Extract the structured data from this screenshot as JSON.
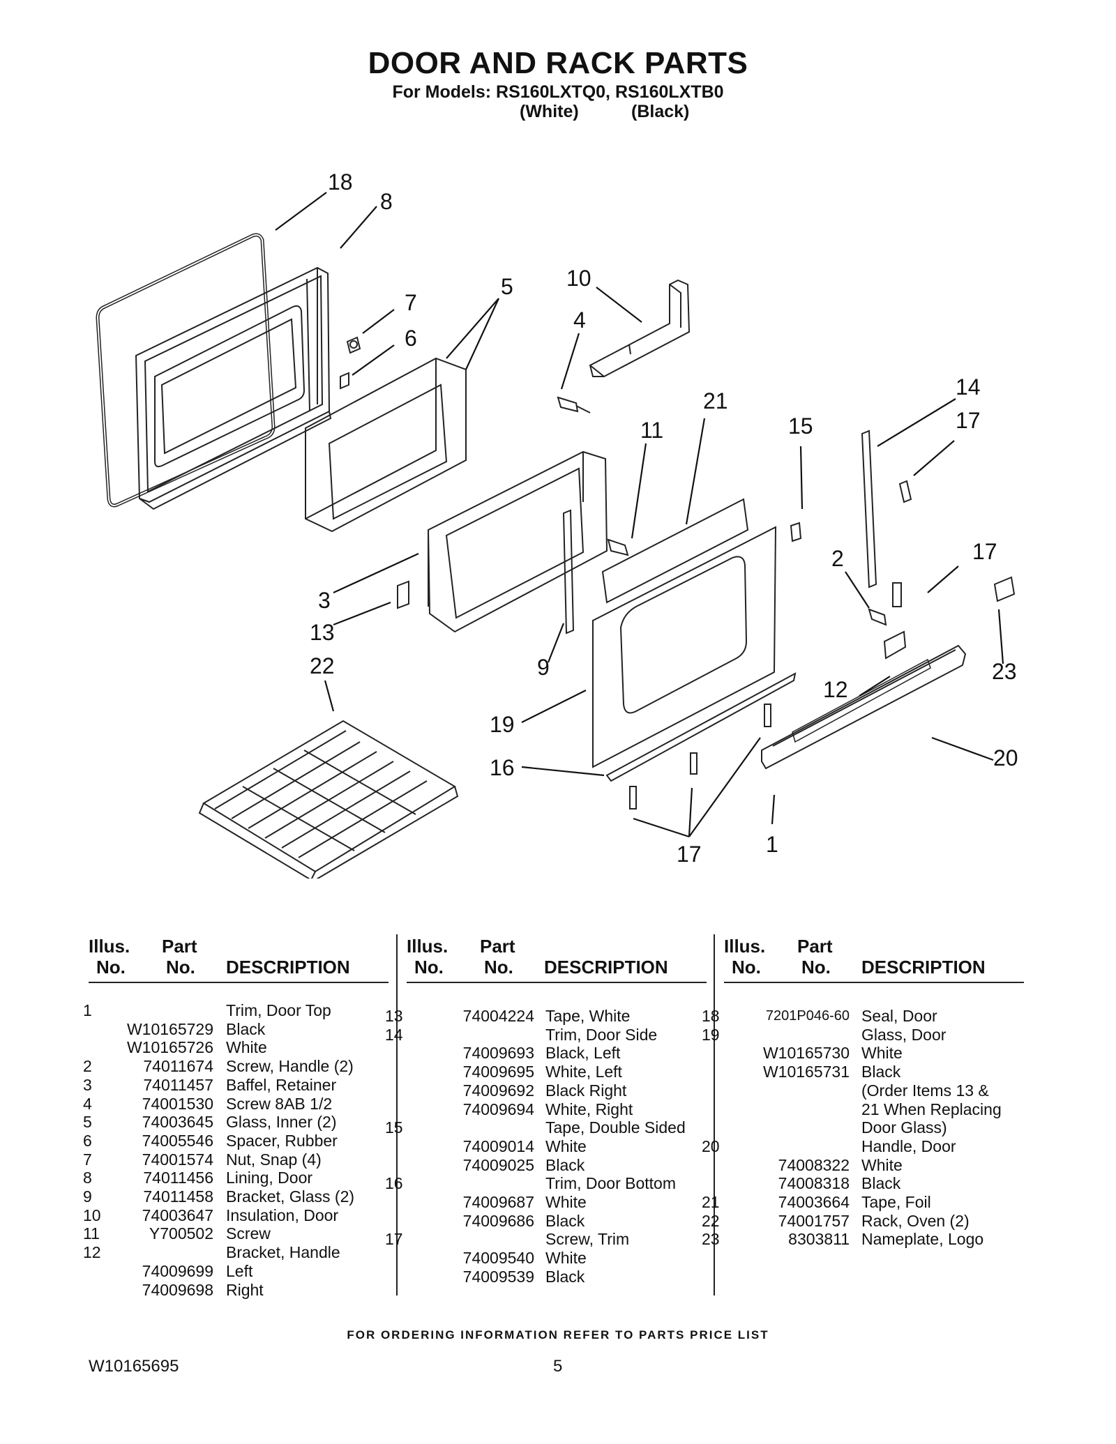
{
  "header": {
    "title": "DOOR AND RACK PARTS",
    "models": "For Models: RS160LXTQ0, RS160LXTB0",
    "color1": "(White)",
    "color2": "(Black)"
  },
  "callouts": [
    "18",
    "8",
    "7",
    "6",
    "5",
    "10",
    "4",
    "21",
    "11",
    "15",
    "14",
    "17",
    "17",
    "2",
    "3",
    "13",
    "22",
    "9",
    "19",
    "16",
    "12",
    "23",
    "20",
    "17",
    "1"
  ],
  "table": {
    "headers": {
      "illus1": "Illus.",
      "illus2": "No.",
      "part1": "Part",
      "part2": "No.",
      "desc": "DESCRIPTION"
    },
    "columns": [
      [
        [
          "1",
          "",
          "Trim, Door Top"
        ],
        [
          "",
          "W10165729",
          "Black"
        ],
        [
          "",
          "W10165726",
          "White"
        ],
        [
          "2",
          "74011674",
          "Screw, Handle (2)"
        ],
        [
          "3",
          "74011457",
          "Baffel, Retainer"
        ],
        [
          "4",
          "74001530",
          "Screw 8AB 1/2"
        ],
        [
          "5",
          "74003645",
          "Glass, Inner (2)"
        ],
        [
          "6",
          "74005546",
          "Spacer, Rubber"
        ],
        [
          "7",
          "74001574",
          "Nut, Snap (4)"
        ],
        [
          "8",
          "74011456",
          "Lining, Door"
        ],
        [
          "9",
          "74011458",
          "Bracket, Glass (2)"
        ],
        [
          "10",
          "74003647",
          "Insulation, Door"
        ],
        [
          "11",
          "Y700502",
          "Screw"
        ],
        [
          "12",
          "",
          "Bracket, Handle"
        ],
        [
          "",
          "74009699",
          "Left"
        ],
        [
          "",
          "74009698",
          "Right"
        ]
      ],
      [
        [
          "13",
          "74004224",
          "Tape, White"
        ],
        [
          "14",
          "",
          "Trim, Door Side"
        ],
        [
          "",
          "74009693",
          "Black, Left"
        ],
        [
          "",
          "74009695",
          "White, Left"
        ],
        [
          "",
          "74009692",
          "Black Right"
        ],
        [
          "",
          "74009694",
          "White, Right"
        ],
        [
          "15",
          "",
          "Tape, Double Sided"
        ],
        [
          "",
          "74009014",
          "White"
        ],
        [
          "",
          "74009025",
          "Black"
        ],
        [
          "16",
          "",
          "Trim, Door Bottom"
        ],
        [
          "",
          "74009687",
          "White"
        ],
        [
          "",
          "74009686",
          "Black"
        ],
        [
          "17",
          "",
          "Screw, Trim"
        ],
        [
          "",
          "74009540",
          "White"
        ],
        [
          "",
          "74009539",
          "Black"
        ]
      ],
      [
        [
          "18",
          "7201P046-60",
          "Seal, Door"
        ],
        [
          "19",
          "",
          "Glass, Door"
        ],
        [
          "",
          "W10165730",
          "White"
        ],
        [
          "",
          "W10165731",
          "Black"
        ],
        [
          "",
          "",
          "(Order Items 13 &"
        ],
        [
          "",
          "",
          "21 When Replacing"
        ],
        [
          "",
          "",
          "Door Glass)"
        ],
        [
          "20",
          "",
          "Handle, Door"
        ],
        [
          "",
          "74008322",
          "White"
        ],
        [
          "",
          "74008318",
          "Black"
        ],
        [
          "21",
          "74003664",
          "Tape, Foil"
        ],
        [
          "22",
          "74001757",
          "Rack, Oven (2)"
        ],
        [
          "23",
          "8303811",
          "Nameplate, Logo"
        ]
      ]
    ]
  },
  "footer": {
    "ordering": "FOR ORDERING INFORMATION REFER TO PARTS PRICE LIST",
    "doc_number": "W10165695",
    "page_number": "5"
  }
}
